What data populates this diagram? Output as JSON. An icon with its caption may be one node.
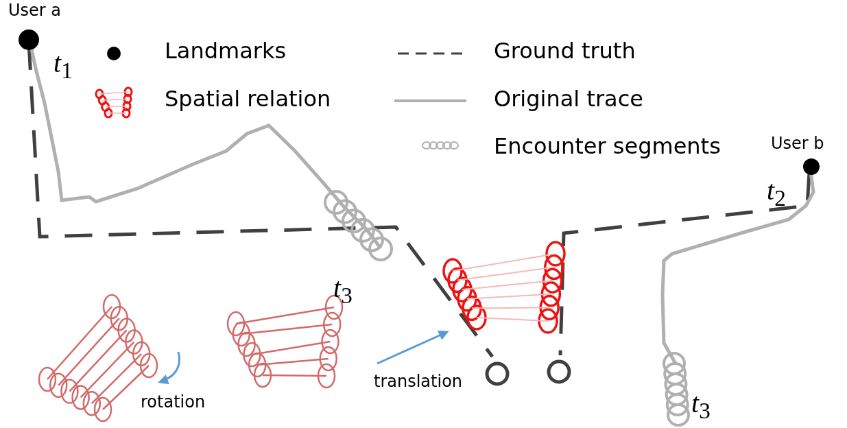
{
  "diagram": {
    "labels": [
      "User a",
      "*t*$_{1}$",
      "User b",
      "*t*$_{2}$",
      "*t*$_{3}$",
      "translation",
      "rotation",
      "*t*$_{3}$"
    ],
    "legend": [
      {
        "text": "Landmarks"
      },
      {
        "text": "Ground truth"
      },
      {
        "text": "Spatial relation"
      },
      {
        "text": "Original trace"
      },
      {
        "text": "Encounter segments"
      }
    ]
  }
}
